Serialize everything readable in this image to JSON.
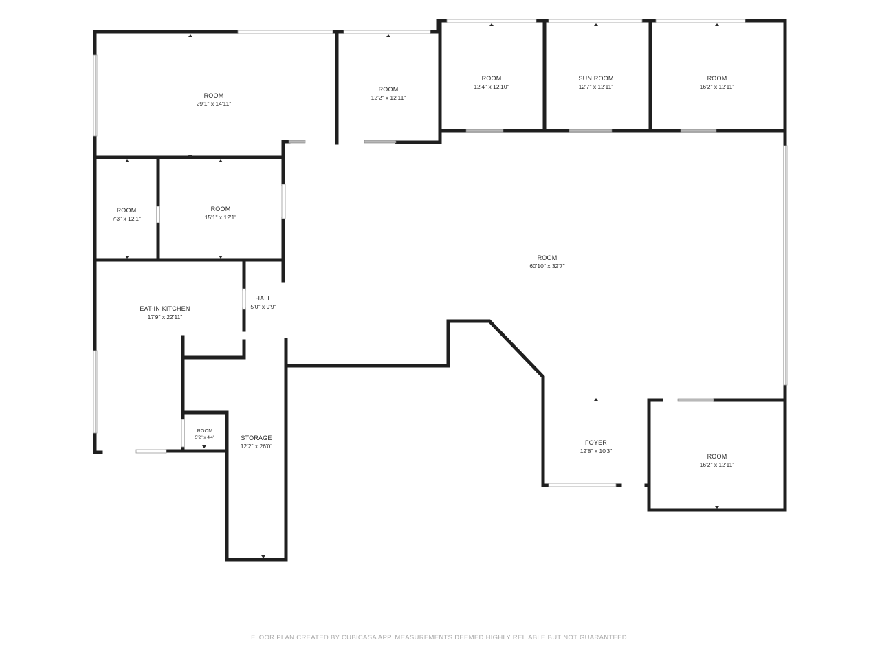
{
  "rooms": [
    {
      "id": "room-1",
      "name": "ROOM",
      "dims": "29'1\" x 14'11\""
    },
    {
      "id": "room-2",
      "name": "ROOM",
      "dims": "12'2\" x 12'11\""
    },
    {
      "id": "room-3",
      "name": "ROOM",
      "dims": "12'4\" x 12'10\""
    },
    {
      "id": "sun-room",
      "name": "SUN ROOM",
      "dims": "12'7\" x 12'11\""
    },
    {
      "id": "room-4",
      "name": "ROOM",
      "dims": "16'2\" x 12'11\""
    },
    {
      "id": "room-5",
      "name": "ROOM",
      "dims": "7'3\" x 12'1\""
    },
    {
      "id": "room-6",
      "name": "ROOM",
      "dims": "15'1\" x 12'1\""
    },
    {
      "id": "room-main",
      "name": "ROOM",
      "dims": "60'10\" x 32'7\""
    },
    {
      "id": "hall",
      "name": "HALL",
      "dims": "5'0\" x 9'9\""
    },
    {
      "id": "eat-in-kitchen",
      "name": "EAT-IN KITCHEN",
      "dims": "17'9\" x 22'11\""
    },
    {
      "id": "room-small",
      "name": "ROOM",
      "dims": "5'2\" x 4'4\""
    },
    {
      "id": "storage",
      "name": "STORAGE",
      "dims": "12'2\" x 26'0\""
    },
    {
      "id": "foyer",
      "name": "FOYER",
      "dims": "12'8\" x 10'3\""
    },
    {
      "id": "room-7",
      "name": "ROOM",
      "dims": "16'2\" x 12'11\""
    }
  ],
  "footer": "FLOOR PLAN CREATED BY CUBICASA APP. MEASUREMENTS DEEMED HIGHLY RELIABLE BUT NOT GUARANTEED."
}
